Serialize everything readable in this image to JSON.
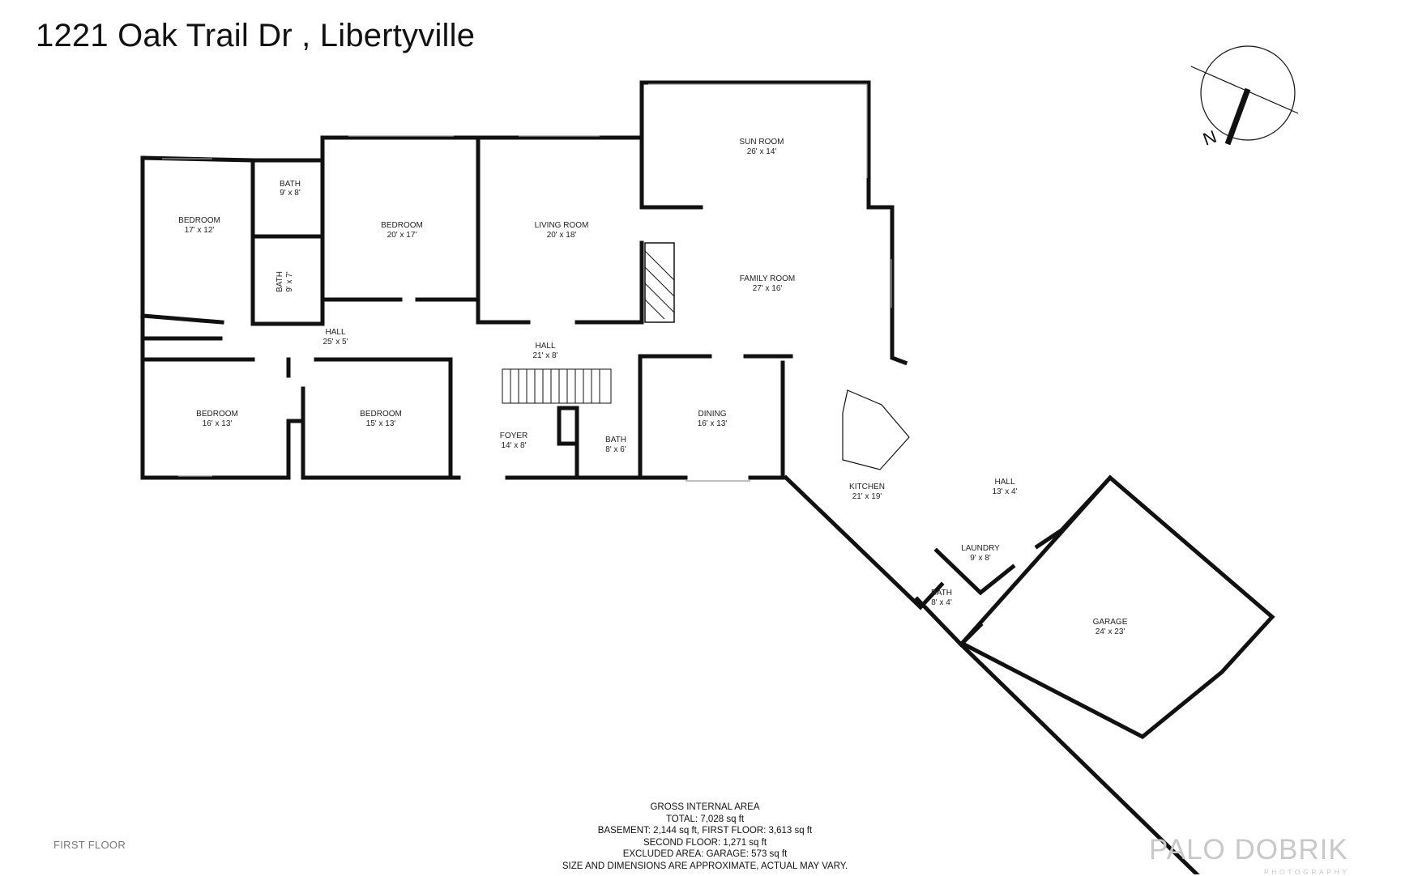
{
  "title": "1221 Oak Trail Dr , Libertyville",
  "floor_label": "FIRST FLOOR",
  "compass": {
    "label": "N"
  },
  "rooms": [
    {
      "name": "SUN ROOM",
      "dim": "26' x 14'"
    },
    {
      "name": "BATH",
      "dim": "9' x 8'"
    },
    {
      "name": "BEDROOM",
      "dim": "17' x 12'"
    },
    {
      "name": "BEDROOM",
      "dim": "20' x 17'"
    },
    {
      "name": "LIVING ROOM",
      "dim": "20' x 18'"
    },
    {
      "name": "FAMILY ROOM",
      "dim": "27' x 16'"
    },
    {
      "name": "BATH",
      "dim": "9' x 7'"
    },
    {
      "name": "HALL",
      "dim": "25' x 5'"
    },
    {
      "name": "HALL",
      "dim": "21' x 8'"
    },
    {
      "name": "BEDROOM",
      "dim": "16' x 13'"
    },
    {
      "name": "BEDROOM",
      "dim": "15' x 13'"
    },
    {
      "name": "FOYER",
      "dim": "14' x 8'"
    },
    {
      "name": "BATH",
      "dim": "8' x 6'"
    },
    {
      "name": "DINING",
      "dim": "16' x 13'"
    },
    {
      "name": "KITCHEN",
      "dim": "21' x 19'"
    },
    {
      "name": "HALL",
      "dim": "13' x 4'"
    },
    {
      "name": "LAUNDRY",
      "dim": "9' x 8'"
    },
    {
      "name": "BATH",
      "dim": "8' x 4'"
    },
    {
      "name": "GARAGE",
      "dim": "24' x 23'"
    }
  ],
  "area": {
    "heading": "GROSS INTERNAL AREA",
    "lines": [
      "TOTAL: 7,028 sq ft",
      "BASEMENT: 2,144 sq ft, FIRST FLOOR: 3,613 sq ft",
      "SECOND FLOOR: 1,271 sq ft",
      "EXCLUDED AREA: GARAGE: 573 sq ft",
      "SIZE AND DIMENSIONS ARE APPROXIMATE, ACTUAL MAY VARY."
    ]
  },
  "brand": {
    "name": "PALO DOBRIK",
    "sub": "PHOTOGRAPHY"
  }
}
